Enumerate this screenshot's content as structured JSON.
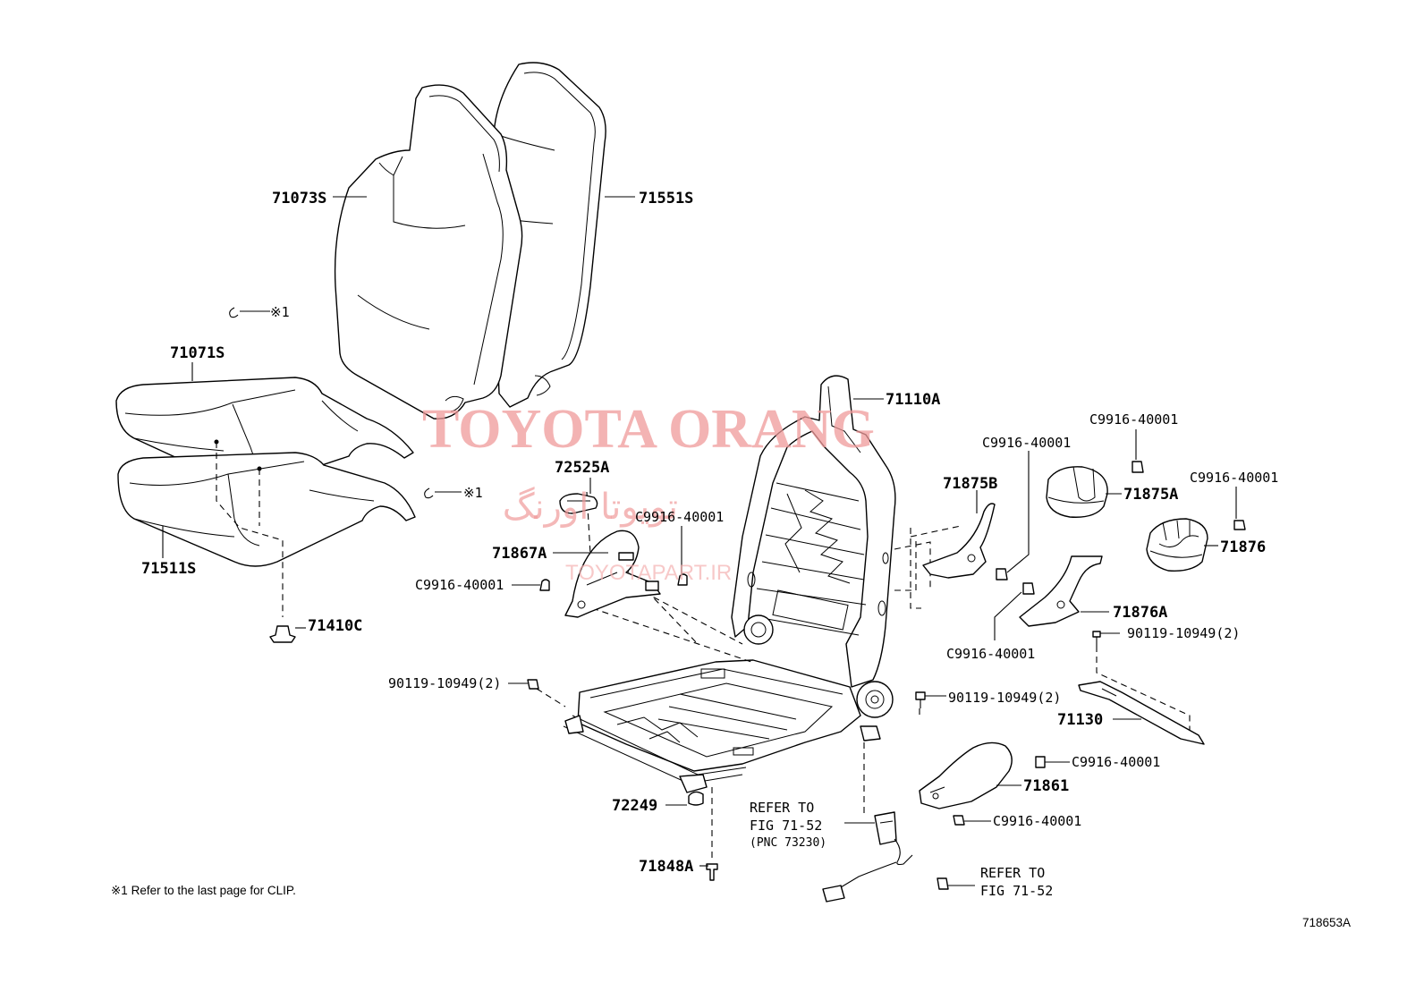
{
  "diagram_number": "718653A",
  "footnote": "※1  Refer to the last page for CLIP.",
  "watermark": {
    "brand": "TOYOTA ORANG",
    "persian": "تویوتا اورنگ",
    "site": "TOYOTAPART.IR"
  },
  "parts": {
    "seatback_cover": "71073S",
    "seatback_pad": "71551S",
    "cushion_cover": "71071S",
    "cushion_pad": "71511S",
    "clip_note_a": "※1",
    "clip_note_b": "※1",
    "fastener_71410c": "71410C",
    "back_frame": "71110A",
    "hinge_cover_72525a": "72525A",
    "shield_71867a": "71867A",
    "shield_71875b": "71875B",
    "cover_71875a": "71875A",
    "cover_71876": "71876",
    "shield_71876a": "71876A",
    "bracket_71130": "71130",
    "shield_71861": "71861",
    "part_72249": "72249",
    "bolt_71848a": "71848A"
  },
  "fasteners": {
    "c9916_a": "C9916-40001",
    "c9916_b": "C9916-40001",
    "c9916_c": "C9916-40001",
    "c9916_d": "C9916-40001",
    "c9916_e": "C9916-40001",
    "c9916_f": "C9916-40001",
    "c9916_g": "C9916-40001",
    "c9916_h": "C9916-40001",
    "bolt_left": "90119-10949(2)",
    "bolt_mid": "90119-10949(2)",
    "bolt_right": "90119-10949(2)"
  },
  "references": {
    "buckle_line1": "REFER TO",
    "buckle_line2": "FIG 71-52",
    "buckle_line3": "(PNC 73230)",
    "harness_line1": "REFER TO",
    "harness_line2": "FIG 71-52"
  }
}
